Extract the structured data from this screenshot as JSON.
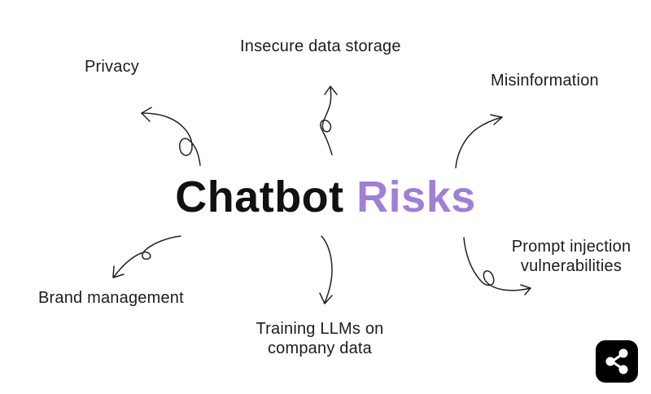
{
  "title": {
    "word1": "Chatbot",
    "word2": "Risks",
    "word1_color": "#111111",
    "word2_color": "#a07fd6"
  },
  "risks": [
    {
      "label": "Privacy"
    },
    {
      "label": "Insecure data storage"
    },
    {
      "label": "Misinformation"
    },
    {
      "label": "Prompt injection",
      "label_line2": "vulnerabilities"
    },
    {
      "label": "Training LLMs on",
      "label_line2": "company data"
    },
    {
      "label": "Brand management"
    }
  ],
  "share_button": {
    "icon": "share-icon",
    "background": "#000000"
  }
}
